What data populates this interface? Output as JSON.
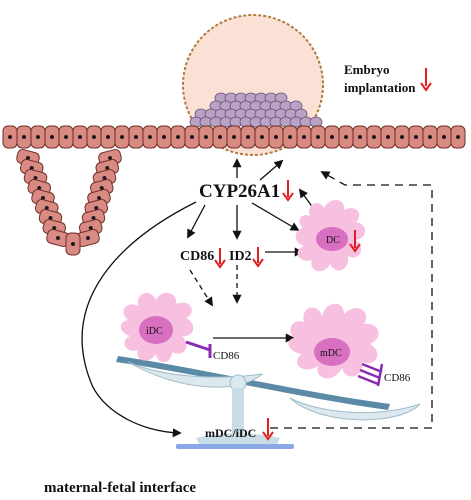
{
  "labels": {
    "embryo_line1": "Embryo",
    "embryo_line2": "implantation",
    "gene": "CYP26A1",
    "cd86_left": "CD86",
    "id2": "ID2",
    "dc": "DC",
    "idc": "iDC",
    "mdc": "mDC",
    "cd86_idc_receptor": "CD86",
    "cd86_mdc_receptor": "CD86",
    "ratio": "mDC/iDC",
    "footer": "maternal-fetal interface"
  },
  "colors": {
    "cell_fill": "#d98a82",
    "cell_border": "#6e2f28",
    "nucleus": "#1a1a1a",
    "embryo_fill": "#fbe0d6",
    "embryo_border": "#b07c3c",
    "trophoblast": "#b9a3c4",
    "trophoblast_border": "#6c4f7a",
    "dc_body": "#f7bfe0",
    "dc_nucleus": "#d86fc0",
    "down_arrow": "#e02020",
    "receptor": "#8a2bb0",
    "balance_beam": "#5b8aa6",
    "balance_support": "#c9dde6",
    "balance_base": "#8aa8e8"
  }
}
